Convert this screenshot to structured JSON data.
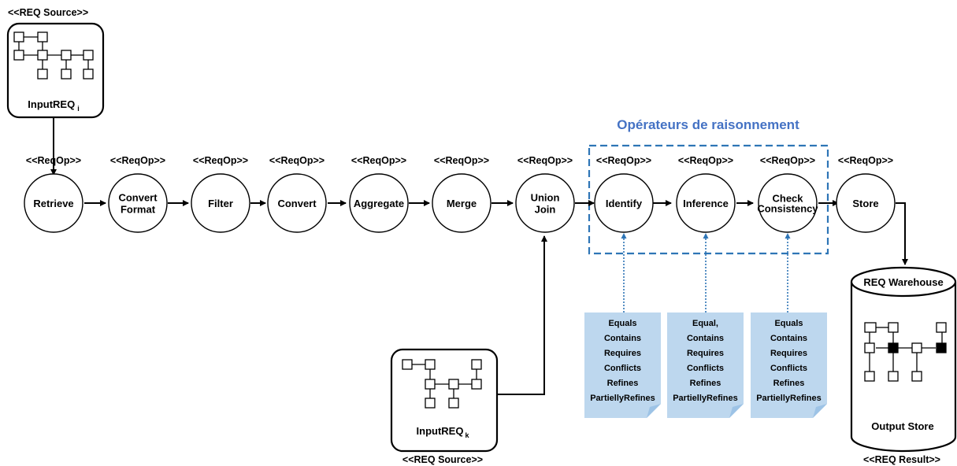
{
  "source_top": {
    "stereotype": "<<REQ Source>>",
    "name": "InputREQ",
    "subscript": "i"
  },
  "source_bottom": {
    "stereotype": "<<REQ Source>>",
    "name": "InputREQ",
    "subscript": "k"
  },
  "pipeline": {
    "stereotype": "<<ReqOp>>",
    "operators": [
      {
        "id": "retrieve",
        "lines": [
          "Retrieve"
        ]
      },
      {
        "id": "convert-format",
        "lines": [
          "Convert",
          "Format"
        ]
      },
      {
        "id": "filter",
        "lines": [
          "Filter"
        ]
      },
      {
        "id": "convert",
        "lines": [
          "Convert"
        ]
      },
      {
        "id": "aggregate",
        "lines": [
          "Aggregate"
        ]
      },
      {
        "id": "merge",
        "lines": [
          "Merge"
        ]
      },
      {
        "id": "union-join",
        "lines": [
          "Union",
          "Join"
        ]
      },
      {
        "id": "identify",
        "lines": [
          "Identify"
        ]
      },
      {
        "id": "inference",
        "lines": [
          "Inference"
        ]
      },
      {
        "id": "check-consistency",
        "lines": [
          "Check",
          "Consistency"
        ]
      },
      {
        "id": "store",
        "lines": [
          "Store"
        ]
      }
    ]
  },
  "reasoning_group": {
    "title": "Opérateurs de raisonnement"
  },
  "notes": [
    {
      "target": "identify",
      "lines": [
        "Equals",
        "Contains",
        "Requires",
        "Conflicts",
        "Refines",
        "PartiellyRefines"
      ]
    },
    {
      "target": "inference",
      "lines": [
        "Equal,",
        "Contains",
        "Requires",
        "Conflicts",
        "Refines",
        "PartiellyRefines"
      ]
    },
    {
      "target": "check-consistency",
      "lines": [
        "Equals",
        "Contains",
        "Requires",
        "Conflicts",
        "Refines",
        "PartiellyRefines"
      ]
    }
  ],
  "warehouse": {
    "title": "REQ Warehouse",
    "footer": "Output Store",
    "stereotype": "<<REQ Result>>"
  },
  "colors": {
    "accent_blue": "#4472c4",
    "note_fill": "#bdd7ee",
    "note_fold": "#9dc3e6",
    "dotted_link": "#2e75b6"
  }
}
